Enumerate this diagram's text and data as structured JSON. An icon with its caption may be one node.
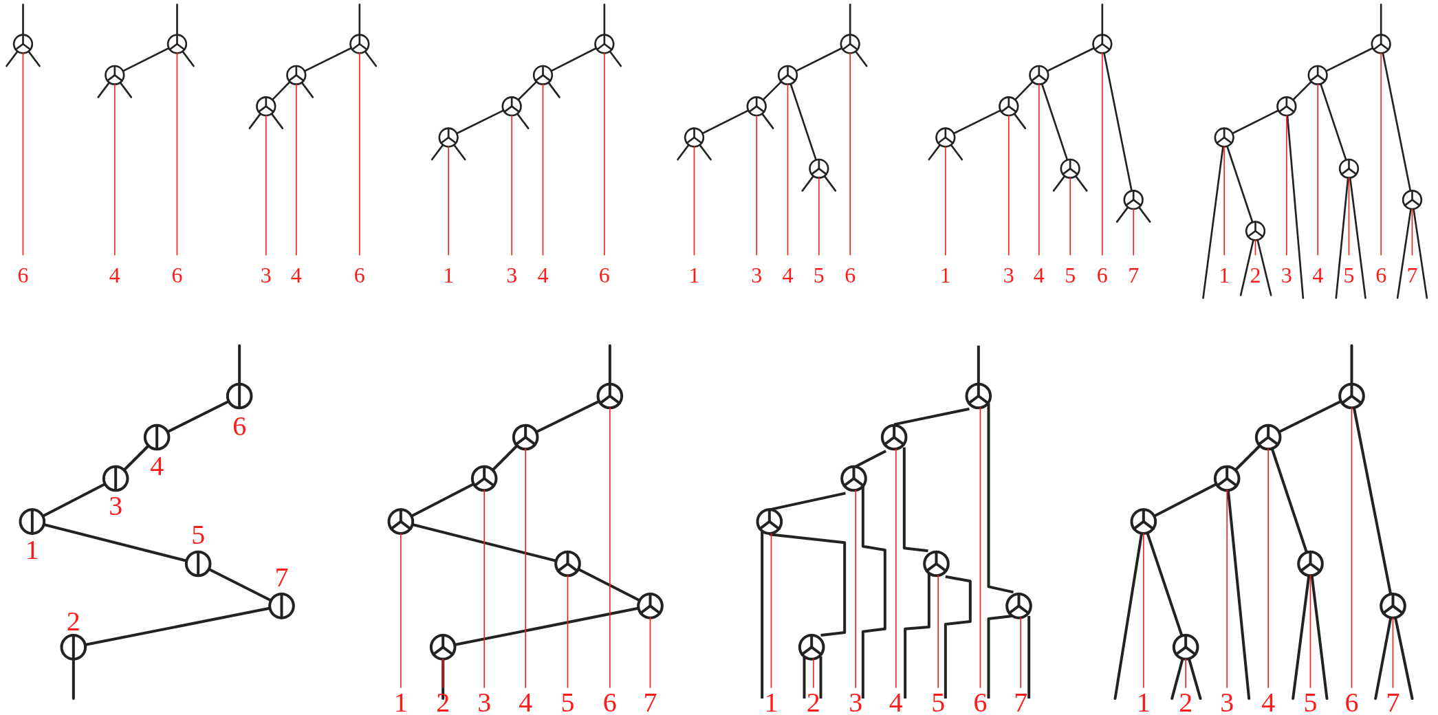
{
  "diagram": {
    "labels": [
      "6",
      "4",
      "6",
      "3",
      "4",
      "6",
      "1",
      "3",
      "4",
      "6",
      "1",
      "3",
      "4",
      "5",
      "6",
      "1",
      "3",
      "4",
      "5",
      "6",
      "7",
      "1",
      "2",
      "3",
      "4",
      "5",
      "6",
      "7",
      "6",
      "4",
      "3",
      "5",
      "1",
      "7",
      "2",
      "1",
      "2",
      "3",
      "4",
      "5",
      "6",
      "7",
      "1",
      "2",
      "3",
      "4",
      "5",
      "6",
      "7",
      "1",
      "2",
      "3",
      "4",
      "5",
      "6",
      "7"
    ]
  }
}
